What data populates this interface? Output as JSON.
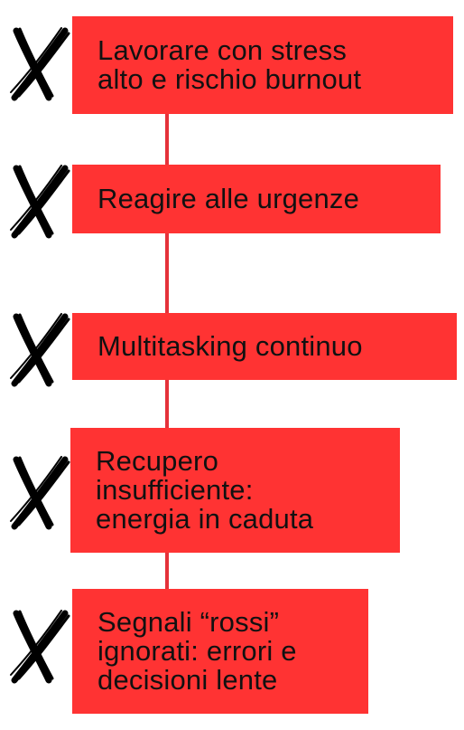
{
  "steps": [
    {
      "label": "Lavorare con stress\nalto e rischio burnout",
      "marker_icon": "cross-mark-icon"
    },
    {
      "label": "Reagire alle urgenze",
      "marker_icon": "cross-mark-icon"
    },
    {
      "label": "Multitasking continuo",
      "marker_icon": "cross-mark-icon"
    },
    {
      "label": "Recupero\ninsufficiente:\nenergia in caduta",
      "marker_icon": "cross-mark-icon"
    },
    {
      "label": "Segnali “rossi”\nignorati: errori e\ndecisioni lente",
      "marker_icon": "cross-mark-icon"
    }
  ],
  "colors": {
    "box_fill": "#ff3333",
    "connector": "#e5313a",
    "text": "#111111",
    "marker": "#000000"
  }
}
